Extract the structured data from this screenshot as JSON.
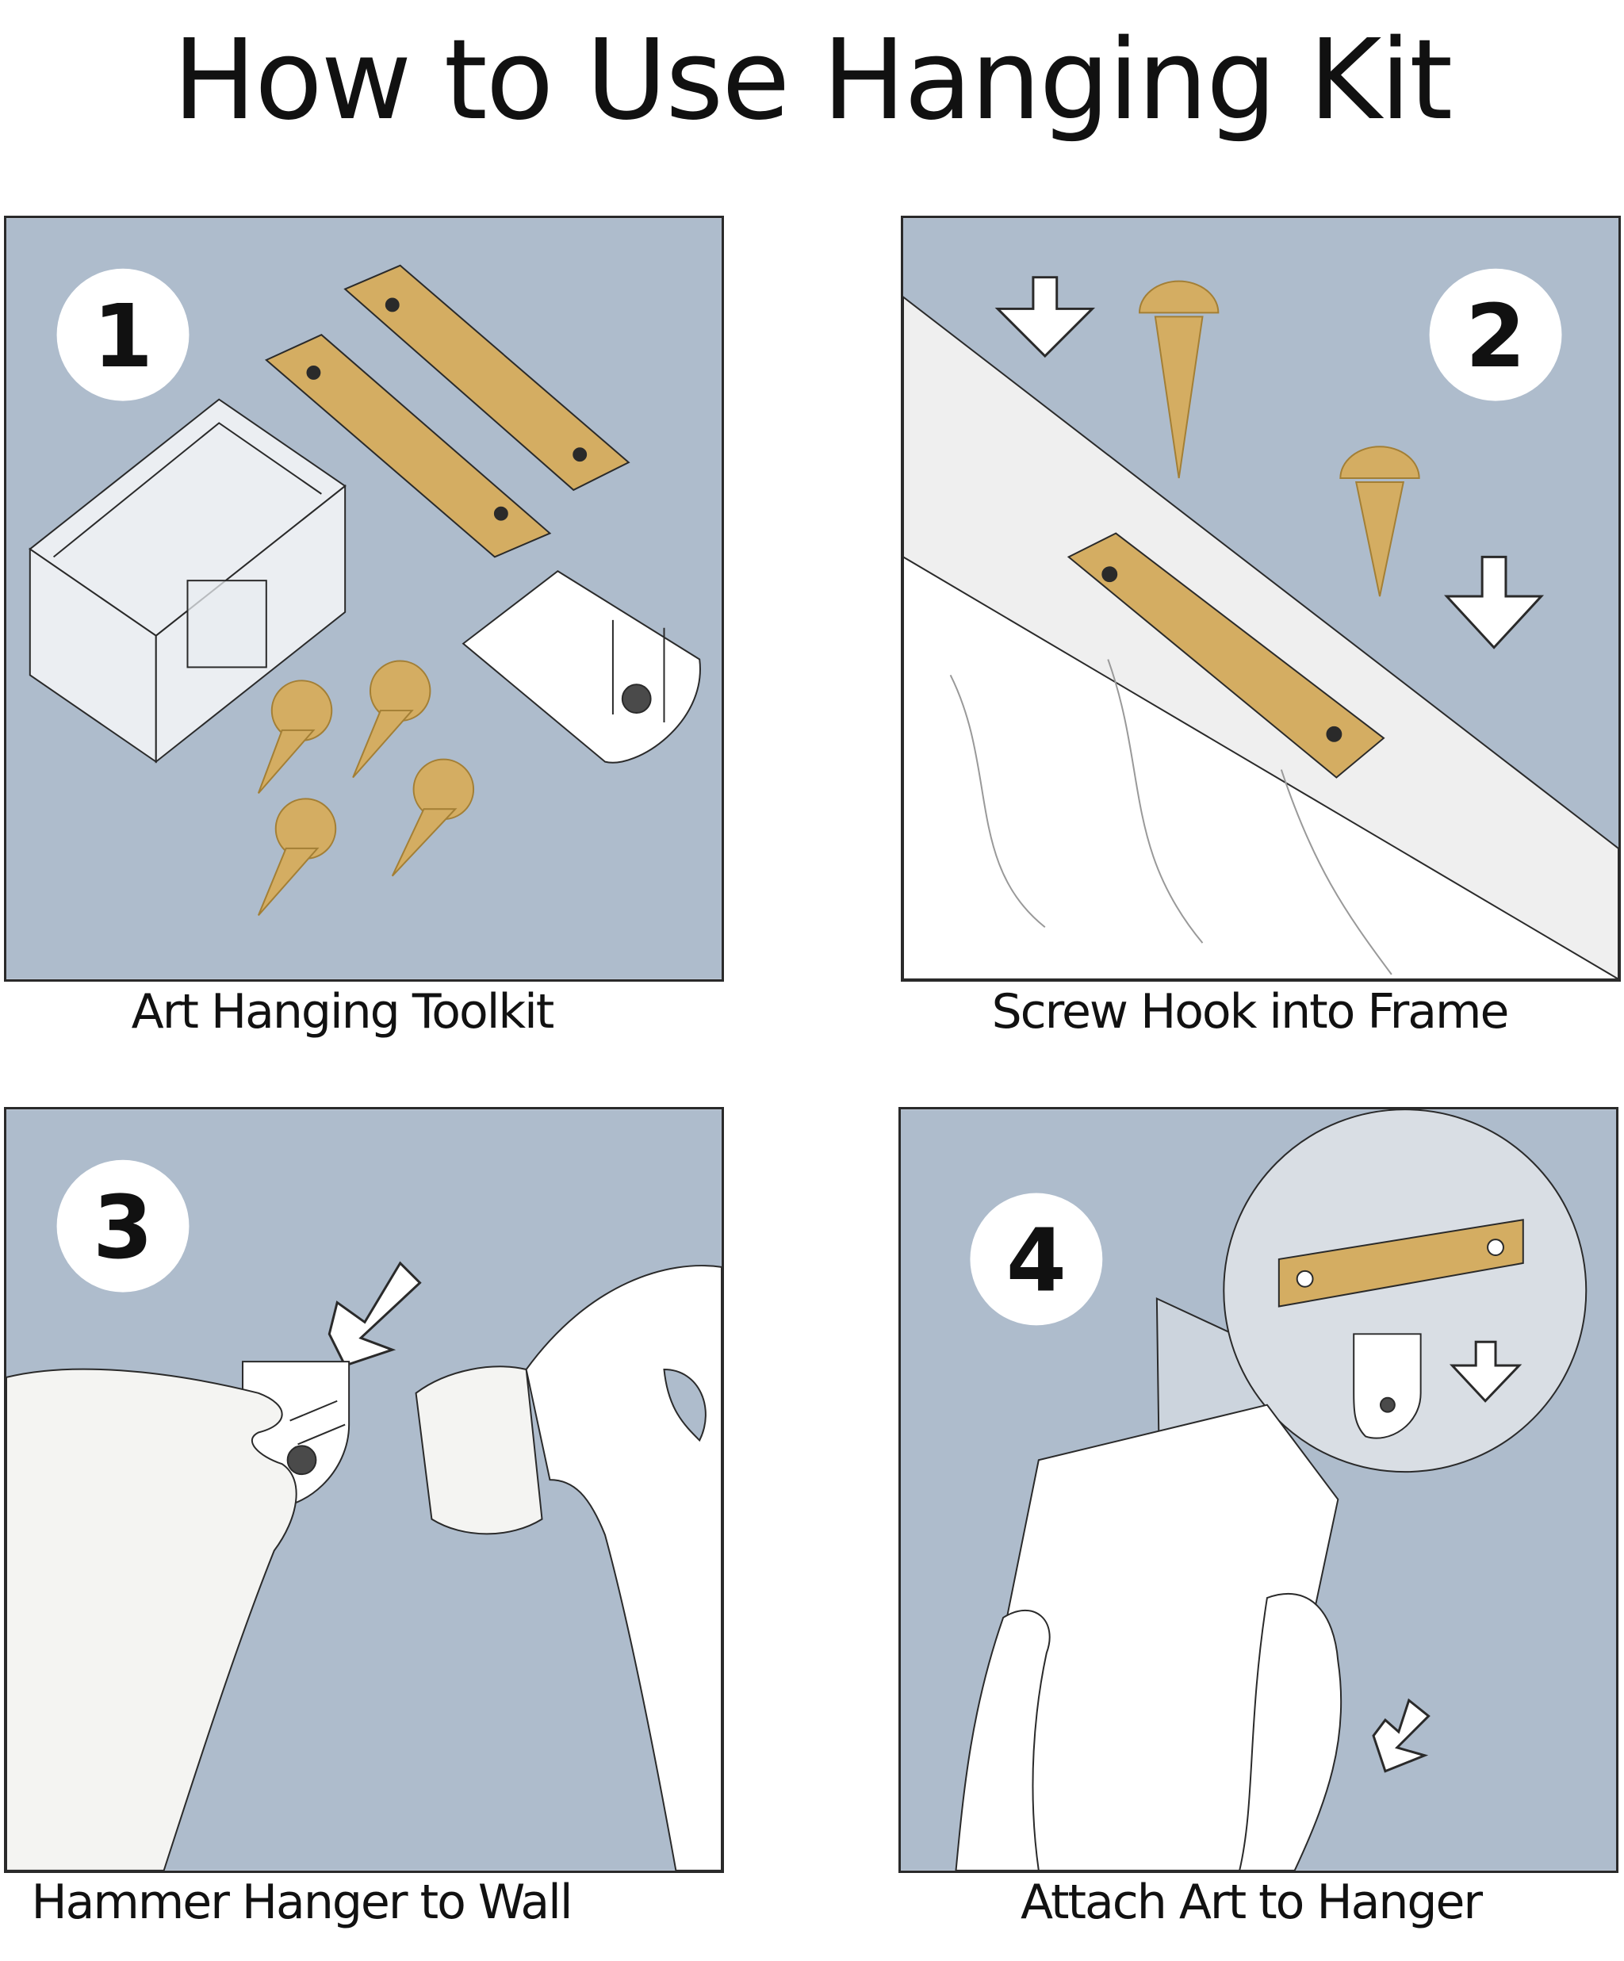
{
  "title": "How to Use Hanging  Kit",
  "colors": {
    "wall": "#aebccc",
    "brass": "#d4ad62",
    "brass_dark": "#a37f35",
    "outline": "#2a2a2a",
    "white": "#ffffff"
  },
  "steps": [
    {
      "number": "1",
      "caption": "Art Hanging Toolkit"
    },
    {
      "number": "2",
      "caption": "Screw Hook into Frame"
    },
    {
      "number": "3",
      "caption": "Hammer Hanger to Wall"
    },
    {
      "number": "4",
      "caption": "Attach Art to Hanger"
    }
  ],
  "icons": {
    "step1": [
      "sawtooth-hanger-icon",
      "screw-icon",
      "hanger-plate-icon",
      "storage-box-icon"
    ],
    "step2": [
      "screw-icon",
      "sawtooth-hanger-icon",
      "down-arrow-icon",
      "frame-icon"
    ],
    "step3": [
      "hand-icon",
      "hammer-icon",
      "hanger-plate-icon",
      "arrow-icon"
    ],
    "step4": [
      "magnifier-callout-icon",
      "sawtooth-hanger-icon",
      "hanger-plate-icon",
      "artwork-icon",
      "hands-icon"
    ]
  }
}
